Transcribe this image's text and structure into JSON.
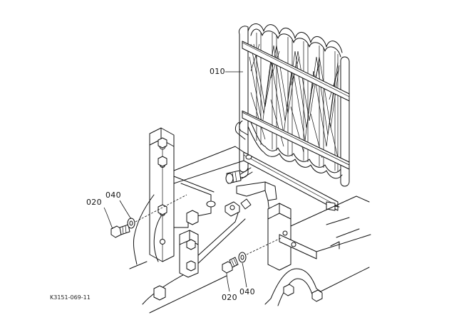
{
  "callouts": {
    "part_010": "010",
    "part_020_left": "020",
    "part_040_left": "040",
    "part_020_bottom": "020",
    "part_040_bottom": "040"
  },
  "drawing_code": "K3151-069-11"
}
